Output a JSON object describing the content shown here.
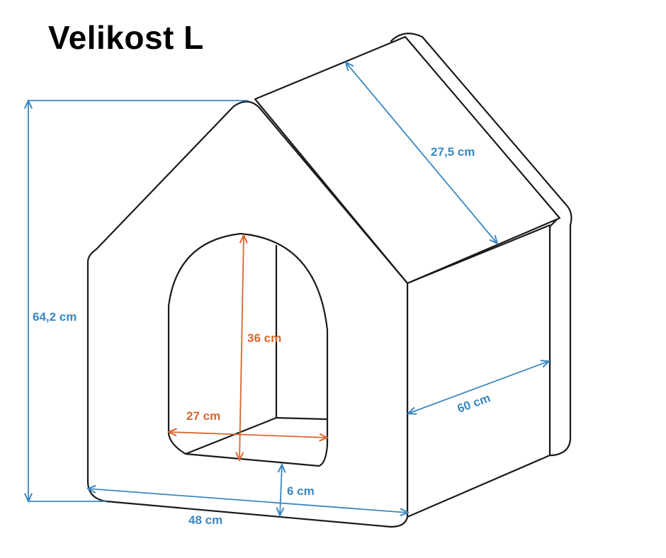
{
  "title": "Velikost L",
  "colors": {
    "blue": "#3a87c0",
    "orange": "#d9662c",
    "outline": "#1a1a1a"
  },
  "dimensions": {
    "total_height": "64,2 cm",
    "roof_length": "27,5 cm",
    "depth": "60 cm",
    "width": "48 cm",
    "floor_height": "6 cm",
    "door_height": "36 cm",
    "door_width": "27 cm"
  }
}
